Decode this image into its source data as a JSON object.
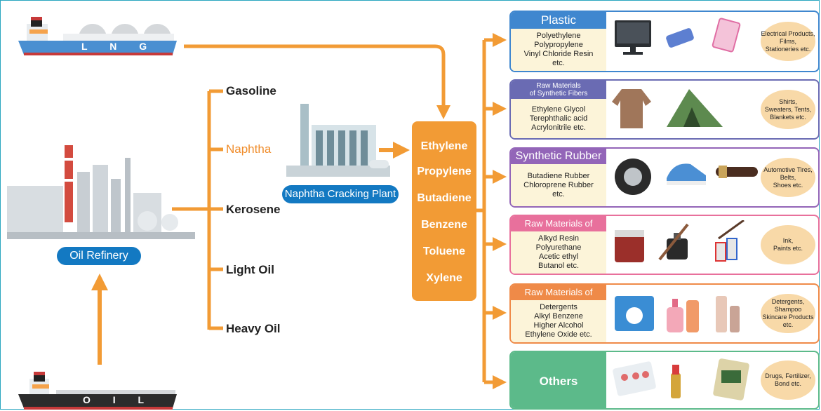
{
  "ships": {
    "lng": "L N G",
    "oil": "O I L"
  },
  "refinery": {
    "label": "Oil Refinery"
  },
  "cracking": {
    "label": "Naphtha Cracking Plant"
  },
  "fuels": [
    "Gasoline",
    "Naphtha",
    "Kerosene",
    "Light Oil",
    "Heavy Oil"
  ],
  "chemicals": [
    "Ethylene",
    "Propylene",
    "Butadiene",
    "Benzene",
    "Toluene",
    "Xylene"
  ],
  "panels": [
    {
      "title": "Plastic",
      "items": "Polyethylene\nPolypropylene\nVinyl Chloride Resin\netc.",
      "products": "Electrical Products,\nFilms,\nStationeries etc.",
      "color": "#3f87cf",
      "icons": [
        "monitor-icon",
        "stapler-icon",
        "clipboard-icon"
      ]
    },
    {
      "title": "Raw Materials\nof Synthetic Fibers",
      "items": "Ethylene Glycol\nTerephthalic acid\nAcrylonitrile etc.",
      "products": "Shirts,\nSweaters, Tents,\nBlankets etc.",
      "color": "#6a6bb3",
      "icons": [
        "sweater-icon",
        "tent-icon"
      ]
    },
    {
      "title": "Synthetic Rubber",
      "items": "Butadiene Rubber\nChloroprene Rubber\netc.",
      "products": "Automotive Tires,\nBelts,\nShoes etc.",
      "color": "#9365b8",
      "icons": [
        "tire-icon",
        "sneaker-icon",
        "belt-icon"
      ]
    },
    {
      "title": "Raw Materials of Paints",
      "items": "Alkyd Resin\nPolyurethane\nAcetic ethyl\nButanol etc.",
      "products": "Ink,\nPaints etc.",
      "color": "#e8709c",
      "icons": [
        "paint-can-icon",
        "ink-bottle-icon",
        "paint-tube-icon"
      ]
    },
    {
      "title": "Raw Materials of Synthetic",
      "items": "Detergents\nAlkyl Benzene\nHigher Alcohol\nEthylene Oxide etc.",
      "products": "Detergents,\nShampoo\nSkincare Products\netc.",
      "color": "#ef8a48",
      "icons": [
        "detergent-box-icon",
        "shampoo-bottle-icon",
        "skincare-bottle-icon"
      ]
    },
    {
      "title": "Others",
      "items": "",
      "products": "Drugs, Fertilizer,\nBond etc.",
      "color": "#5cba8a",
      "icons": [
        "pill-pack-icon",
        "lipstick-icon",
        "fertilizer-bag-icon"
      ]
    }
  ],
  "colors": {
    "arrow": "#f29b35",
    "frame": "#2aa6c0",
    "label_blue": "#1379c2"
  }
}
